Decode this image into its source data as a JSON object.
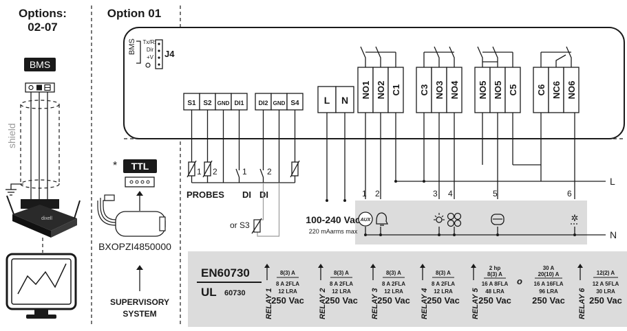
{
  "left_column": {
    "title_line1": "Options:",
    "title_line2": "02-07",
    "bms_label": "BMS",
    "shield_label": "shield"
  },
  "option01": {
    "title": "Option 01",
    "bms_port_label": "BMS",
    "port_lines": [
      "Tx/Rx",
      "Dir",
      "+V"
    ],
    "j4_label": "J4"
  },
  "probe_terminals": [
    "S1",
    "S2",
    "GND",
    "DI1",
    "DI2",
    "GND",
    "S4"
  ],
  "power_terminals": [
    "L",
    "N"
  ],
  "relay_terminals": [
    "NO1",
    "NO2",
    "C1",
    "C3",
    "NO3",
    "NO4",
    "NO5",
    "NO5",
    "C5",
    "C6",
    "NC6",
    "NO6"
  ],
  "probes_section": {
    "probe_1": "1",
    "probe_2": "2",
    "di_1": "1",
    "di_2": "2",
    "probes_label": "PROBES",
    "di_label_1": "DI",
    "di_label_2": "DI",
    "or_s3": "or S3"
  },
  "power_section": {
    "voltage": "100-240 Vac",
    "current": "220 mAarms max"
  },
  "relay_numbers": [
    "1",
    "2",
    "3",
    "4",
    "5",
    "6"
  ],
  "lines": {
    "l": "L",
    "n": "N"
  },
  "ttl_section": {
    "asterisk": "*",
    "ttl_label": "TTL",
    "module_label": "BXOPZI4850000",
    "supervisory_line1": "SUPERVISORY",
    "supervisory_line2": "SYSTEM"
  },
  "load_icons": [
    "aux-icon",
    "bell-icon",
    "light-icon",
    "fan-icon",
    "heater-icon",
    "defrost-icon"
  ],
  "ratings": {
    "standard_1": "EN60730",
    "standard_2": "UL",
    "standard_2_num": "60730",
    "or_symbol": "o",
    "relays": [
      {
        "name": "RELAY 1",
        "lines": [
          "8(3) A",
          "8 A 2FLA",
          "12 LRA"
        ],
        "voltage": "250 Vac"
      },
      {
        "name": "RELAY 2",
        "lines": [
          "8(3) A",
          "8 A 2FLA",
          "12 LRA"
        ],
        "voltage": "250 Vac"
      },
      {
        "name": "RELAY 3",
        "lines": [
          "8(3) A",
          "8 A 2FLA",
          "12 LRA"
        ],
        "voltage": "250 Vac"
      },
      {
        "name": "RELAY 4",
        "lines": [
          "8(3) A",
          "8 A 2FLA",
          "12 LRA"
        ],
        "voltage": "250 Vac"
      },
      {
        "name": "RELAY 5",
        "lines": [
          "2 hp",
          "8(3) A",
          "16 A 8FLA",
          "48 LRA"
        ],
        "voltage": "250 Vac"
      },
      {
        "name": "",
        "lines": [
          "30 A",
          "20(10) A",
          "16 A 16FLA",
          "96 LRA"
        ],
        "voltage": "250 Vac"
      },
      {
        "name": "RELAY 6",
        "lines": [
          "12(2) A",
          "12 A 5FLA",
          "30 LRA"
        ],
        "voltage": "250 Vac"
      }
    ]
  }
}
